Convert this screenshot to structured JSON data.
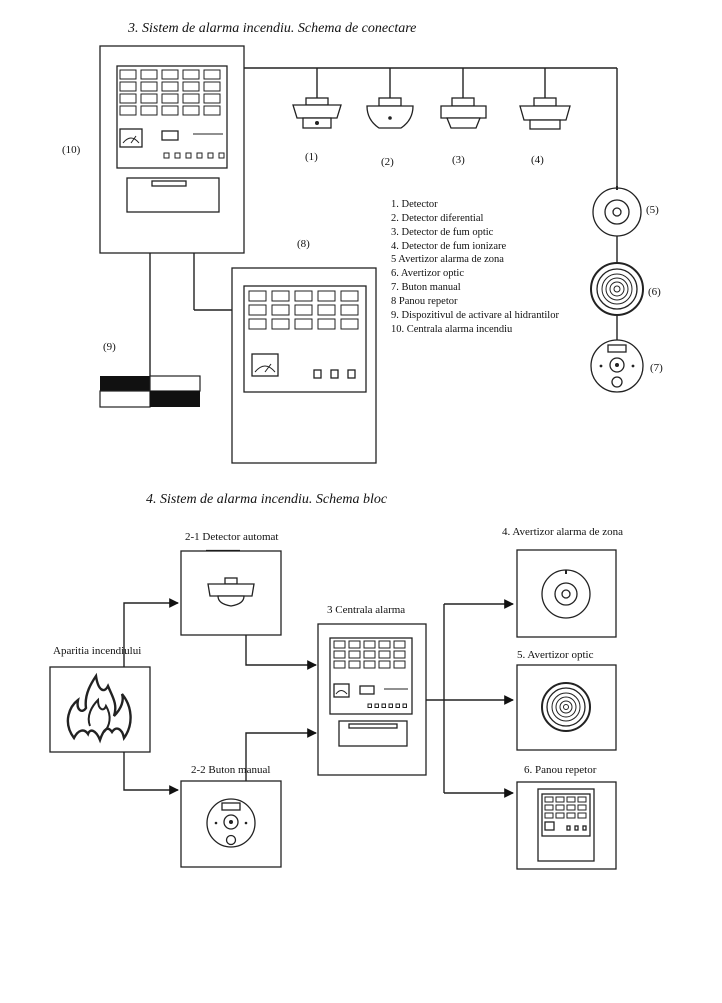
{
  "title1": "3. Sistem de alarma incendiu. Schema de conectare",
  "title2": "4. Sistem de alarma incendiu. Schema bloc",
  "schema1": {
    "marks": [
      "(1)",
      "(2)",
      "(3)",
      "(4)",
      "(5)",
      "(6)",
      "(7)",
      "(8)",
      "(9)",
      "(10)"
    ],
    "legend": [
      "1. Detector",
      "2. Detector diferential",
      "3. Detector de fum optic",
      "4. Detector de fum ionizare",
      "5  Avertizor alarma de zona",
      "6. Avertizor optic",
      "7. Buton manual",
      "8  Panou repetor",
      "9. Dispozitivul de activare al hidrantilor",
      "10. Centrala alarma incendiu"
    ]
  },
  "schema2": {
    "fire": "Aparitia incendiului",
    "detector": "2-1 Detector automat",
    "button": "2-2 Buton manual",
    "central": "3 Centrala alarma",
    "zone": "4. Avertizor alarma de zona",
    "optic": "5. Avertizor optic",
    "repeater": "6. Panou repetor"
  }
}
